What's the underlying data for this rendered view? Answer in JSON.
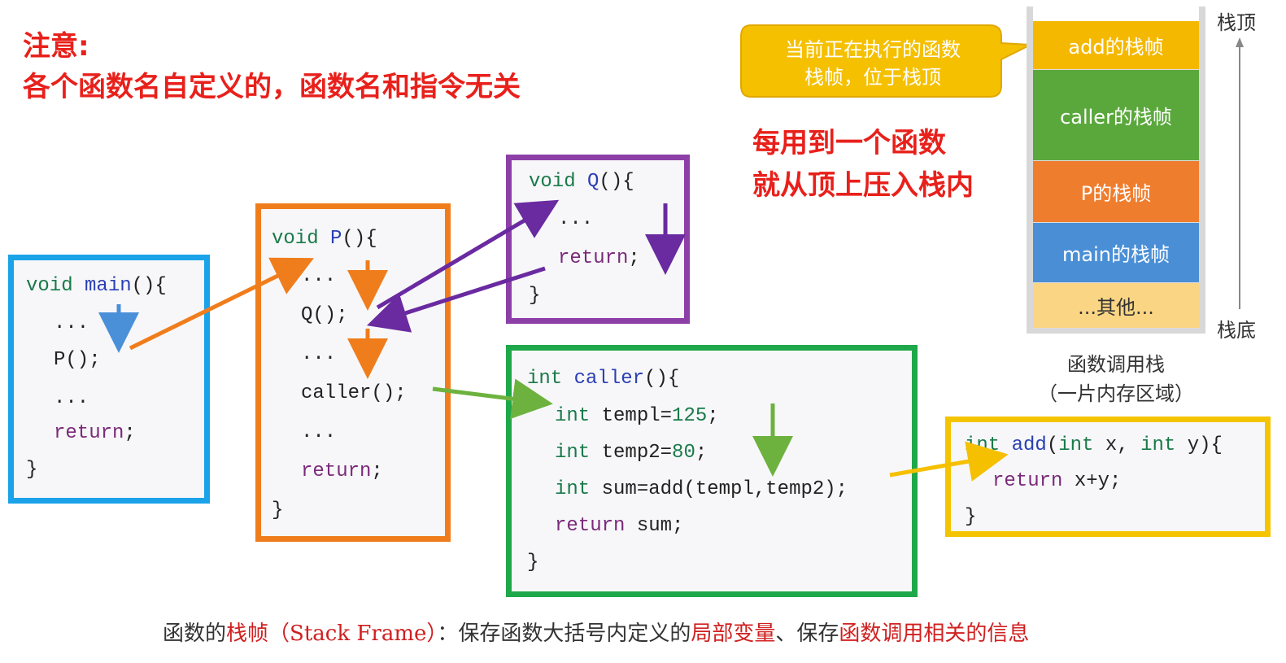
{
  "note": {
    "line1": "注意:",
    "line2": "各个函数名自定义的，函数名和指令无关"
  },
  "callout": {
    "line1": "当前正在执行的函数",
    "line2": "栈帧，位于栈顶"
  },
  "push_note": {
    "line1": "每用到一个函数",
    "line2": "就从顶上压入栈内"
  },
  "stack": {
    "top_label": "栈顶",
    "bottom_label": "栈底",
    "frames": [
      "add的栈帧",
      "caller的栈帧",
      "P的栈帧",
      "main的栈帧",
      "...其他..."
    ],
    "caption1": "函数调用栈",
    "caption2": "（一片内存区域）",
    "colors": {
      "add": "#f5b800",
      "caller": "#5aa83c",
      "p": "#ef7d2e",
      "main": "#4a8fd6",
      "other": "#fad584"
    }
  },
  "main_box": {
    "color": "#1aa3e8",
    "line1_kw": "void",
    "line1_fn": "main",
    "line1_rest": "(){",
    "line2": "...",
    "line3": "P();",
    "line4": "...",
    "line5": "return",
    "line5_rest": ";",
    "line6": "}"
  },
  "p_box": {
    "color": "#f07d1c",
    "line1_kw": "void",
    "line1_fn": "P",
    "line1_rest": "(){",
    "line2": "...",
    "line3": "Q();",
    "line4": "...",
    "line5": "caller();",
    "line6": "...",
    "line7": "return",
    "line7_rest": ";",
    "line8": "}"
  },
  "q_box": {
    "color": "#8d3fa8",
    "line1_kw": "void",
    "line1_fn": "Q",
    "line1_rest": "(){",
    "line2": "...",
    "line3": "return",
    "line3_rest": ";",
    "line4": "}"
  },
  "caller_box": {
    "color": "#1fa84a",
    "line1_kw": "int",
    "line1_fn": "caller",
    "line1_rest": "(){",
    "line2_kw": "int",
    "line2_rest": "templ=",
    "line2_num": "125",
    "line2_end": ";",
    "line3_kw": "int",
    "line3_rest": "temp2=",
    "line3_num": "80",
    "line3_end": ";",
    "line4_kw": "int",
    "line4_rest": "sum=add(templ,temp2);",
    "line5_kw": "return",
    "line5_rest": "sum;",
    "line6": "}"
  },
  "add_box": {
    "color": "#f5c400",
    "line1_kw": "int",
    "line1_fn": "add",
    "line1_paren": "(",
    "line1_kw2": "int",
    "line1_mid": "x,",
    "line1_kw3": "int",
    "line1_end": "y){",
    "line2_kw": "return",
    "line2_rest": "x+y;",
    "line3": "}"
  },
  "footer": {
    "part1": "函数的",
    "part2": "栈帧（Stack Frame）",
    "part3": "：保存函数大括号内定义的",
    "part4": "局部变量",
    "part5": "、保存",
    "part6": "函数调用相关的信息"
  }
}
